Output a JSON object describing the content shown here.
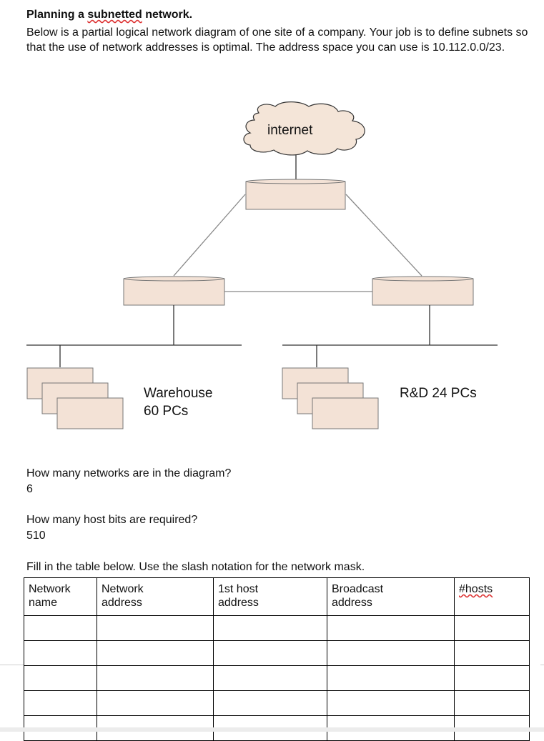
{
  "heading": {
    "title_start": "Planning a ",
    "title_misspelled": "subnetted",
    "title_end": " network."
  },
  "intro": "Below is a partial logical network diagram of one site of a company. Your job is to define subnets so that the use of network addresses is optimal. The address space you can use is 10.112.0.0/23.",
  "diagram": {
    "cloud_label": "internet",
    "warehouse_label_line1": "Warehouse",
    "warehouse_label_line2": "60 PCs",
    "rd_label": "R&D 24 PCs"
  },
  "questions": [
    {
      "question": "How many networks are in the diagram?",
      "answer": "6"
    },
    {
      "question": "How many host bits are required?",
      "answer": "510"
    }
  ],
  "table_instruction": "Fill in the table below. Use the slash notation for the network mask.",
  "table": {
    "headers": [
      {
        "line1": "Network",
        "line2": "name"
      },
      {
        "line1": "Network",
        "line2": "address"
      },
      {
        "line1": "1st host",
        "line2": "address"
      },
      {
        "line1": "Broadcast",
        "line2": "address"
      },
      {
        "line1": "#hosts",
        "line2": ""
      }
    ],
    "rows": [
      [
        "",
        "",
        "",
        "",
        ""
      ],
      [
        "",
        "",
        "",
        "",
        ""
      ],
      [
        "",
        "",
        "",
        "",
        ""
      ],
      [
        "",
        "",
        "",
        "",
        ""
      ],
      [
        "",
        "",
        "",
        "",
        ""
      ]
    ]
  },
  "colors": {
    "device_fill": "#f3e2d6",
    "cloud_fill": "#f4e5d8",
    "line_color": "#888888",
    "spellcheck": "#dd3333"
  }
}
